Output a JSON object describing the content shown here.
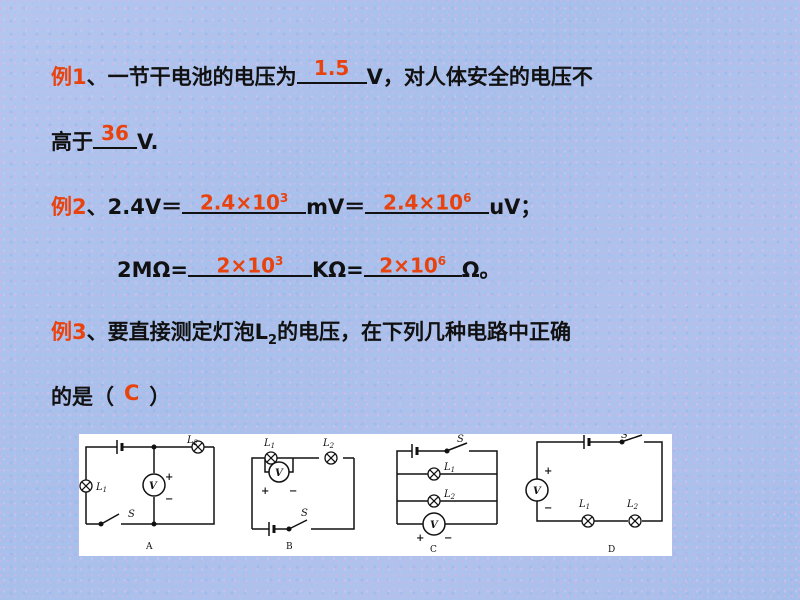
{
  "q1": {
    "label": "例1",
    "text1": "、一节干电池的电压为",
    "answer1": "1.5",
    "text2": "V，对人体安全的电压不",
    "text3": "高于",
    "answer2": "36",
    "text4": "V."
  },
  "q2": {
    "label": "例2",
    "sep": "、",
    "line1_start": "2.4V＝",
    "line1_ans1_base": "2.4×10",
    "line1_ans1_exp": "3",
    "line1_mid": "mV＝",
    "line1_ans2_base": "2.4×10",
    "line1_ans2_exp": "6",
    "line1_end": "uV；",
    "line2_start": "2MΩ=",
    "line2_ans1_base": "2×10",
    "line2_ans1_exp": "3",
    "line2_mid": "KΩ=",
    "line2_ans2_base": "2×10",
    "line2_ans2_exp": "6",
    "line2_end": "Ω。"
  },
  "q3": {
    "label": "例3",
    "text1": "、要直接测定灯泡L",
    "sub": "2",
    "text2": "的电压，在下列几种电路中正确",
    "text3": "的是（",
    "answer": "C",
    "text4": "）"
  },
  "figure": {
    "panels": [
      "A",
      "B",
      "C",
      "D"
    ],
    "labels": {
      "l1": "L",
      "l1_sub": "1",
      "l2": "L",
      "l2_sub": "2",
      "switch": "S",
      "meter": "V",
      "plus": "+",
      "minus": "−"
    }
  }
}
